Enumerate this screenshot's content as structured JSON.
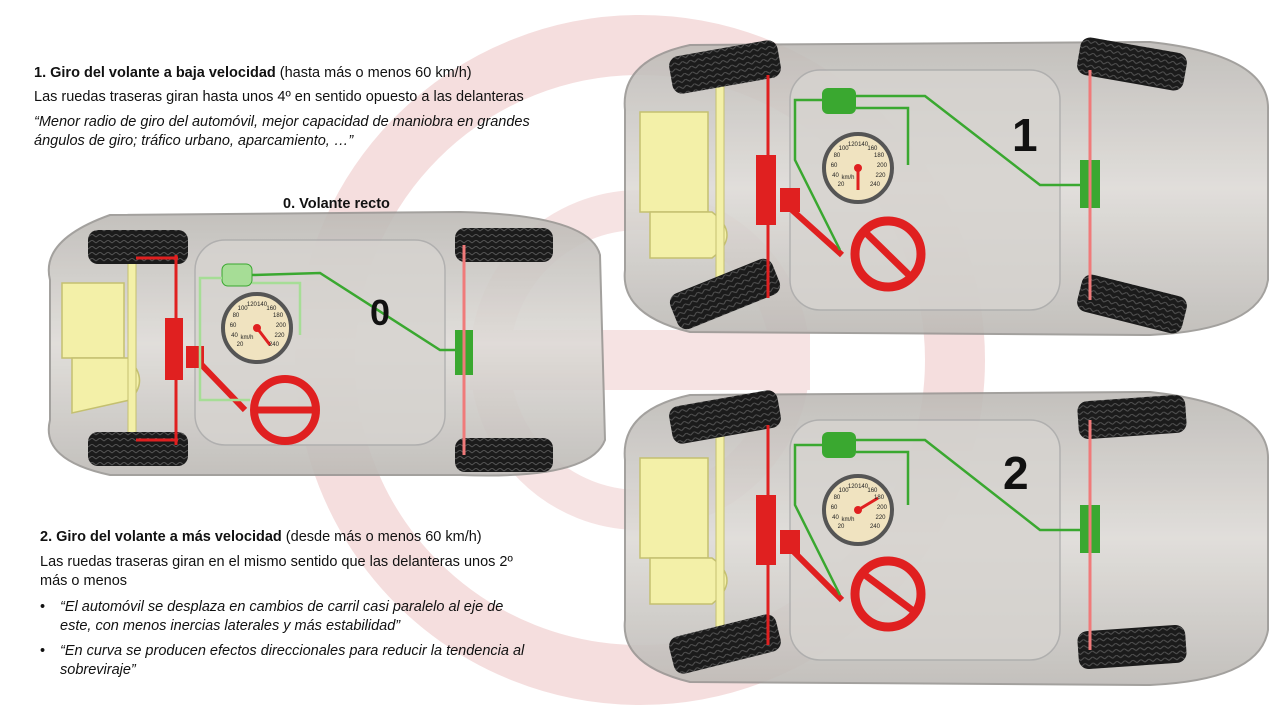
{
  "section1": {
    "title_bold": "1. Giro del volante a baja velocidad",
    "title_rest": "(hasta más o menos 60 km/h)",
    "line": "Las ruedas traseras giran hasta unos 4º en sentido opuesto a las delanteras",
    "quote_l1": "“Menor radio de giro del automóvil, mejor capacidad de maniobra en grandes",
    "quote_l2": "ángulos de giro; tráfico urbano, aparcamiento, …”"
  },
  "section0": {
    "title": "0. Volante recto",
    "number": "0"
  },
  "diagram_labels": {
    "one": "1",
    "two": "2",
    "speedo_ticks": [
      "20",
      "40",
      "60",
      "80",
      "100",
      "120",
      "140",
      "160",
      "180",
      "200",
      "220",
      "240"
    ],
    "speedo_unit": "km/h"
  },
  "section2": {
    "title_bold": "2. Giro del volante a más velocidad",
    "title_rest": "(desde más o menos 60 km/h)",
    "line_l1": "Las ruedas traseras giran en el mismo sentido que las delanteras unos 2º",
    "line_l2": "más o menos",
    "bullets": [
      {
        "dot": "•",
        "l1": "“El automóvil se desplaza en cambios de carril casi paralelo al eje de",
        "l2": "este, con menos inercias laterales y más estabilidad”"
      },
      {
        "dot": "•",
        "l1": "“En curva se producen efectos direccionales para reducir la tendencia al",
        "l2": "sobreviraje”"
      }
    ]
  },
  "colors": {
    "body": "#c9c6c2",
    "engine": "#f3f0a8",
    "red": "#e02020",
    "green": "#3aa830",
    "green_light": "#a6dd96",
    "tire": "#1b1b1b",
    "watermark": "#f3d2d2"
  }
}
